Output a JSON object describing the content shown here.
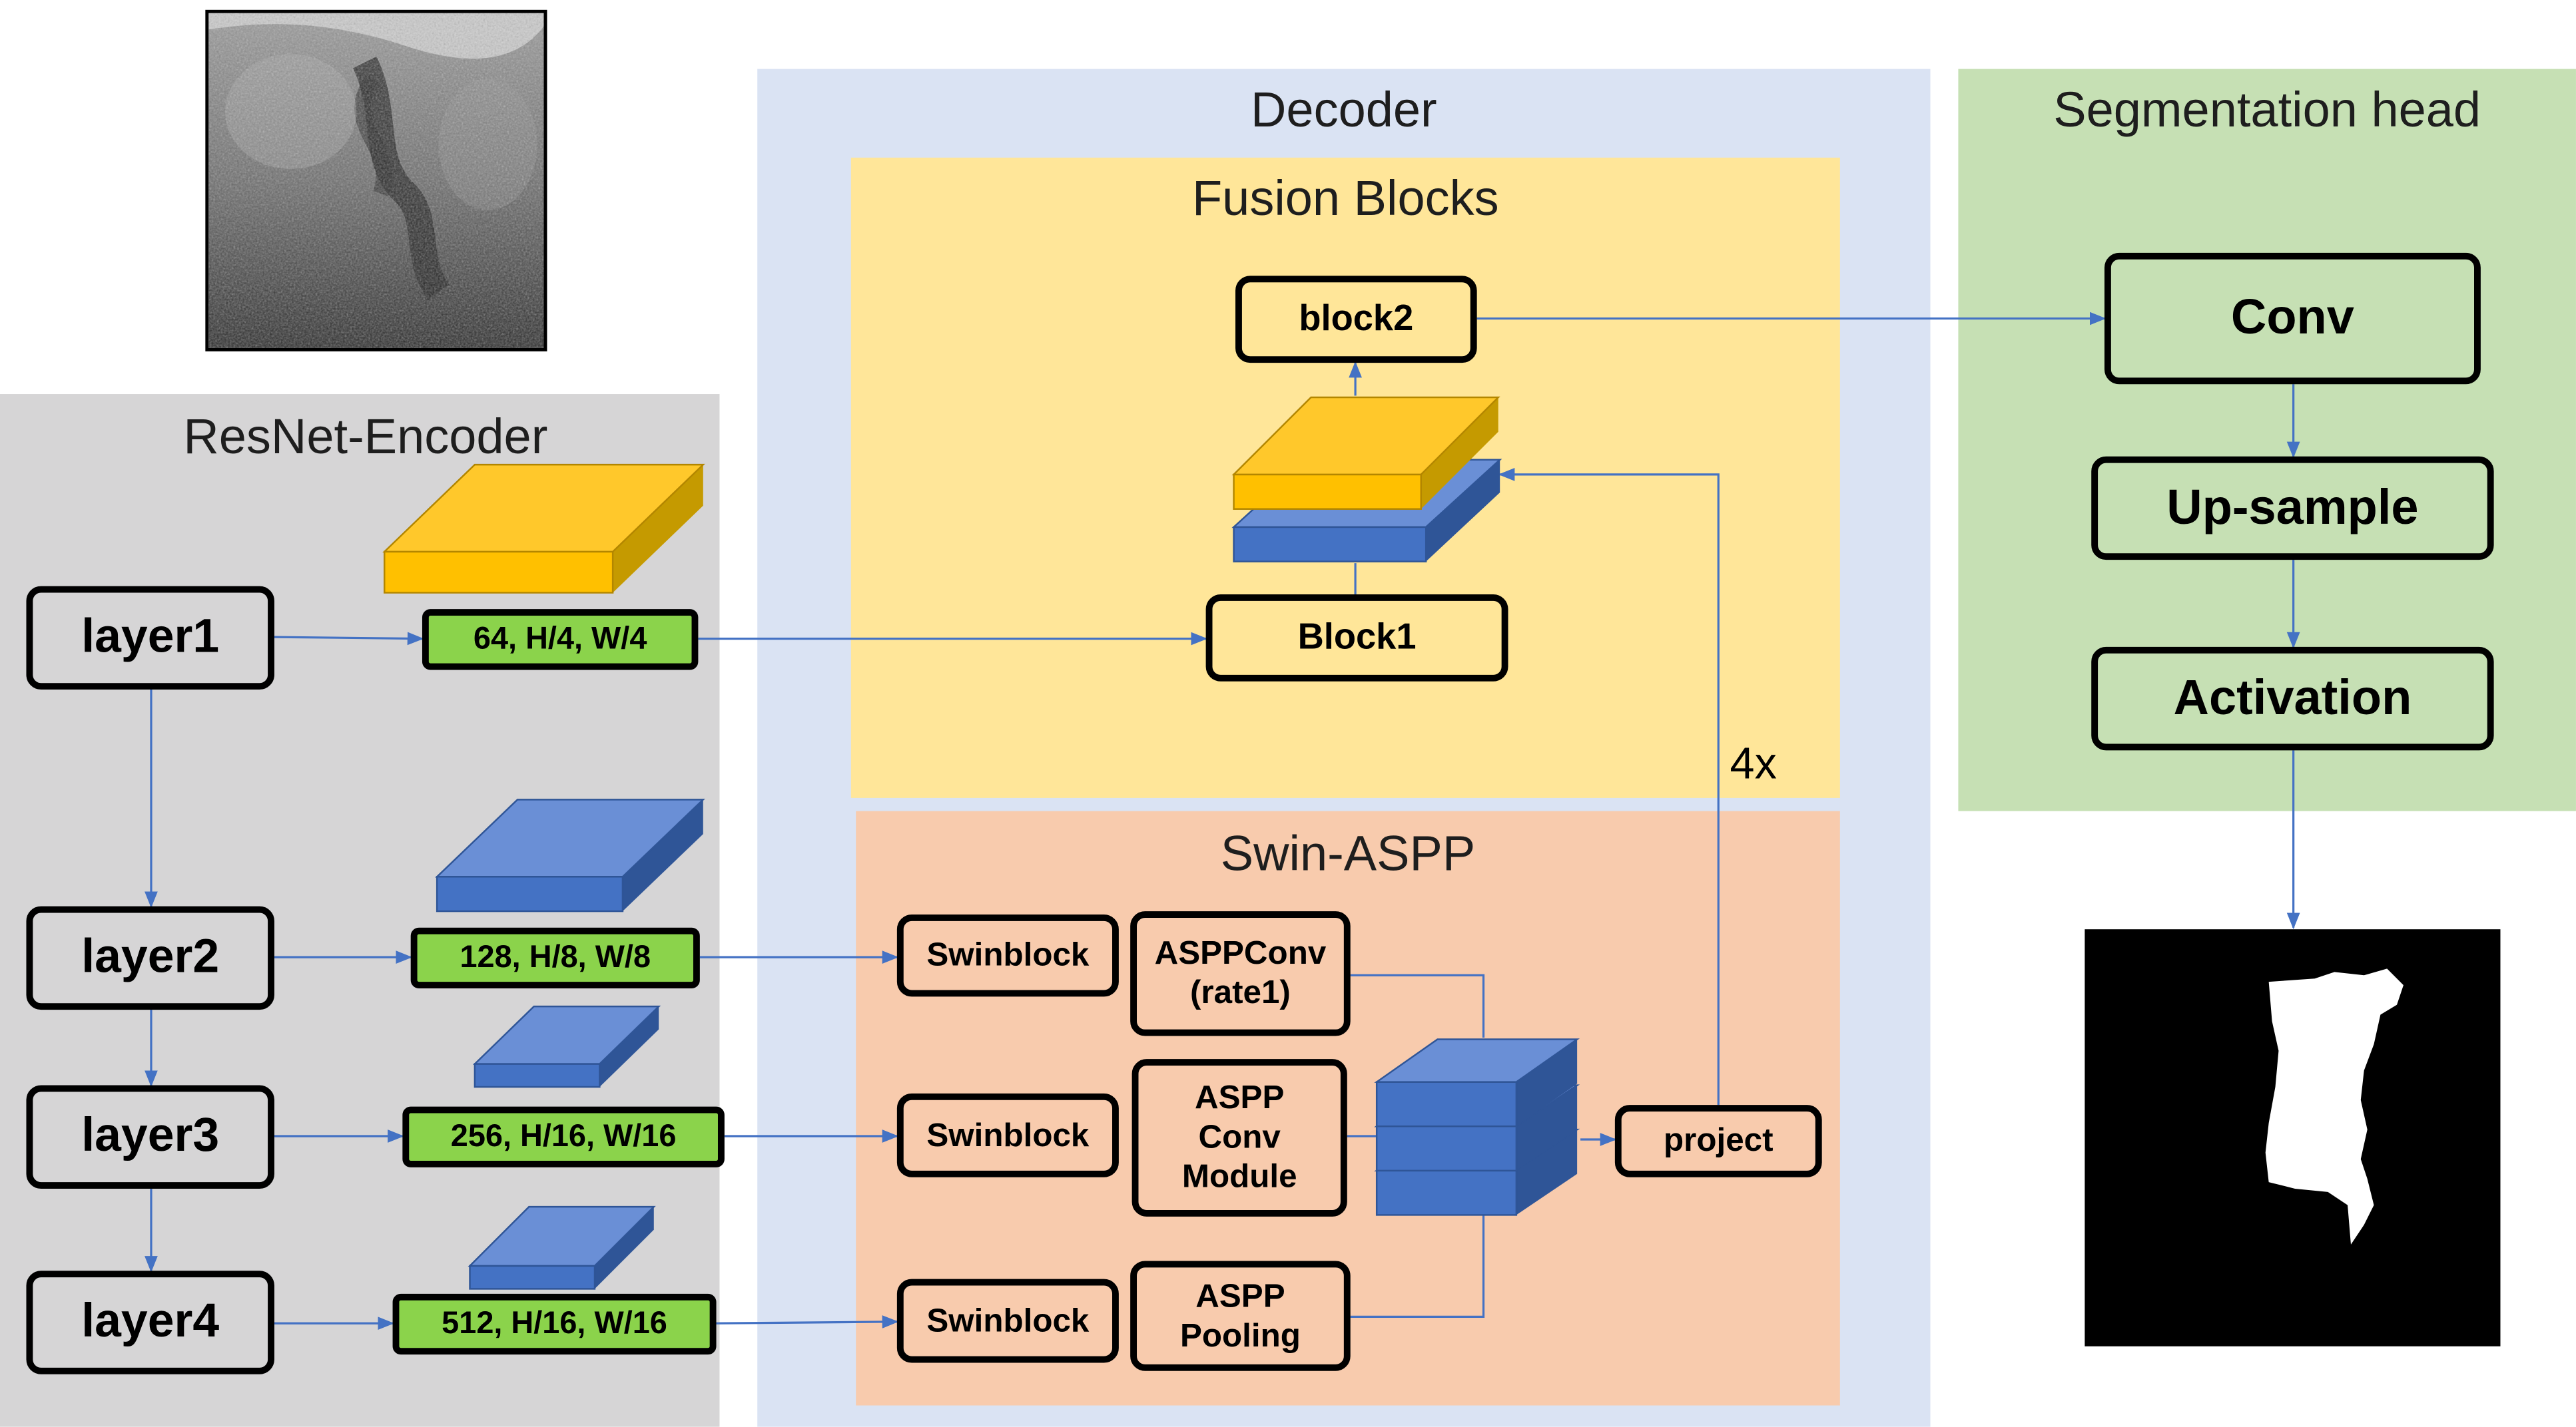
{
  "regions": {
    "encoder_title": "ResNet-Encoder",
    "decoder_title": "Decoder",
    "fusion_title": "Fusion Blocks",
    "swin_title": "Swin-ASPP",
    "seg_title": "Segmentation head"
  },
  "encoder": {
    "layers": [
      "layer1",
      "layer2",
      "layer3",
      "layer4"
    ],
    "dims": [
      "64, H/4, W/4",
      "128, H/8, W/8",
      "256, H/16, W/16",
      "512, H/16, W/16"
    ]
  },
  "fusion": {
    "block2": "block2",
    "block1": "Block1",
    "repeat": "4x"
  },
  "swin_aspp": {
    "swinblocks": [
      "Swinblock",
      "Swinblock",
      "Swinblock"
    ],
    "aspp_conv_rate1": "ASPPConv (rate1)",
    "aspp_conv_module": "ASPP Conv Module",
    "aspp_pooling": "ASPP Pooling",
    "project": "project"
  },
  "seg_head": {
    "conv": "Conv",
    "upsample": "Up-sample",
    "activation": "Activation"
  },
  "colors": {
    "encoder_bg": "#d6d5d6",
    "decoder_bg": "#dae3f3",
    "fusion_bg": "#ffe699",
    "swin_bg": "#f8cbad",
    "seg_bg": "#c6e0b4",
    "dim_label": "#8bd34b",
    "arrow": "#4472c4",
    "feature_blue": "#4472c4",
    "feature_gold": "#ffc000"
  }
}
